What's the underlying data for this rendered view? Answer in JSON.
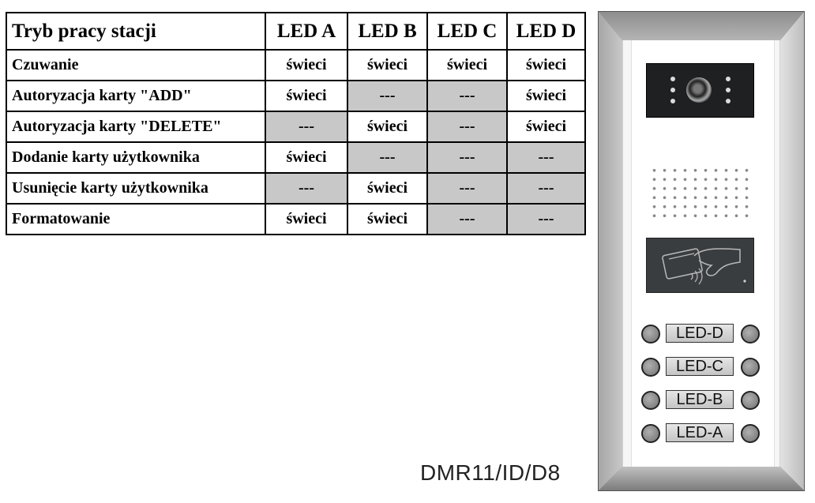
{
  "table": {
    "header": {
      "mode": "Tryb pracy stacji",
      "led_a": "LED A",
      "led_b": "LED B",
      "led_c": "LED C",
      "led_d": "LED D"
    },
    "rows": [
      {
        "mode": "Czuwanie",
        "a": "świeci",
        "b": "świeci",
        "c": "świeci",
        "d": "świeci"
      },
      {
        "mode": "Autoryzacja karty \"ADD\"",
        "a": "świeci",
        "b": "---",
        "c": "---",
        "d": "świeci"
      },
      {
        "mode": "Autoryzacja karty \"DELETE\"",
        "a": "---",
        "b": "świeci",
        "c": "---",
        "d": "świeci"
      },
      {
        "mode": "Dodanie karty użytkownika",
        "a": "świeci",
        "b": "---",
        "c": "---",
        "d": "---"
      },
      {
        "mode": "Usunięcie karty użytkownika",
        "a": "---",
        "b": "świeci",
        "c": "---",
        "d": "---"
      },
      {
        "mode": "Formatowanie",
        "a": "świeci",
        "b": "świeci",
        "c": "---",
        "d": "---"
      }
    ],
    "off_cell_color": "#c8c8c8"
  },
  "device": {
    "model": "DMR11/ID/D8",
    "buttons": [
      "LED-D",
      "LED-C",
      "LED-B",
      "LED-A"
    ],
    "icons": [
      "camera-lens-icon",
      "ir-led-icon",
      "speaker-grille-icon",
      "card-reader-icon",
      "call-button-icon"
    ]
  }
}
